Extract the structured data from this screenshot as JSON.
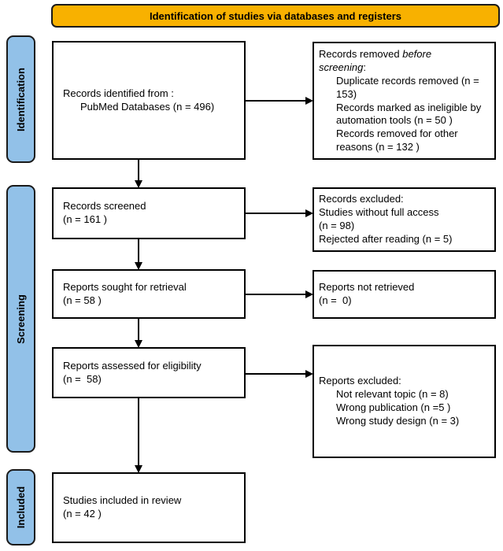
{
  "header": {
    "title": "Identification of studies via databases and registers"
  },
  "sidebar": {
    "identification": "Identification",
    "screening": "Screening",
    "included": "Included"
  },
  "colors": {
    "header_bg": "#F8B100",
    "sidebar_bg": "#92C1E8",
    "box_border": "#000000",
    "background": "#FFFFFF"
  },
  "flow": {
    "records_identified": {
      "line1": "Records identified from :",
      "line2": "PubMed Databases (n = 496)"
    },
    "records_removed": {
      "intro_regular": "Records removed ",
      "intro_italic_1": "before",
      "intro_italic_2": "screening",
      "intro_suffix": ":",
      "items": [
        "Duplicate records removed (n = 153)",
        "Records marked as ineligible by automation tools (n = 50 )",
        "Records removed for other reasons (n = 132 )"
      ]
    },
    "records_screened": {
      "line1": "Records screened",
      "line2": "(n = 161 )"
    },
    "records_excluded": {
      "line1": "Records excluded:",
      "line2": "Studies without full access",
      "line3": "(n = 98)",
      "line4": "Rejected after reading (n = 5)"
    },
    "reports_sought": {
      "line1": "Reports sought for retrieval",
      "line2": "(n = 58 )"
    },
    "reports_not_retrieved": {
      "line1": "Reports not retrieved",
      "line2": "(n =  0)"
    },
    "reports_assessed": {
      "line1": "Reports assessed for eligibility",
      "line2": "(n =  58)"
    },
    "reports_excluded": {
      "title": "Reports excluded:",
      "items": [
        "Not relevant topic (n = 8)",
        "Wrong publication (n =5 )",
        "Wrong study design (n = 3)"
      ]
    },
    "studies_included": {
      "line1": "Studies included in review",
      "line2": "(n = 42 )"
    }
  }
}
